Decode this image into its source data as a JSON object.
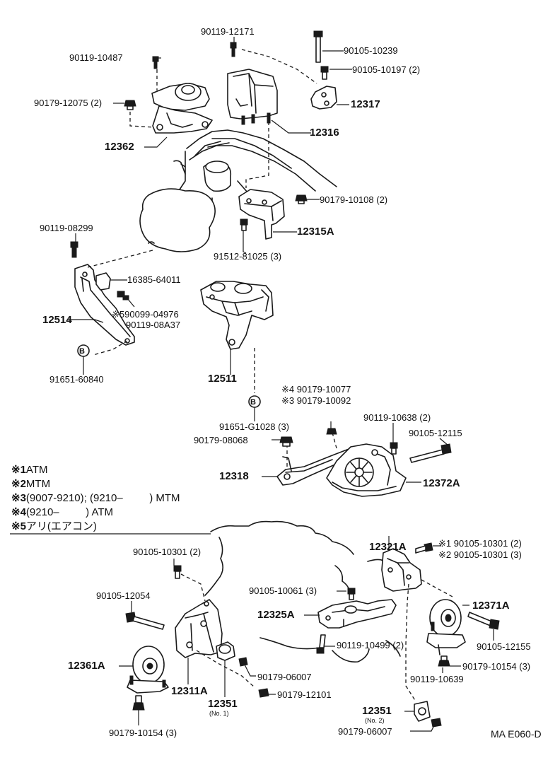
{
  "labels": {
    "p90119_12171": "90119-12171",
    "p90105_10239": "90105-10239",
    "p90119_10487": "90119-10487",
    "p90105_10197": "90105-10197 (2)",
    "p90179_12075": "90179-12075 (2)",
    "p12317": "12317",
    "p12316": "12316",
    "p12362": "12362",
    "p90179_10108": "90179-10108 (2)",
    "p12315A": "12315A",
    "p90119_08299": "90119-08299",
    "p91512_81025": "91512-81025 (3)",
    "p16385_64011": "16385-64011",
    "p590099_04976": "※590099-04976",
    "p90119_08A37": "90119-08A37",
    "p12514": "12514",
    "p91651_60840": "91651-60840",
    "p12511": "12511",
    "p90179_10077": "※4 90179-10077",
    "p90179_10092": "※3 90179-10092",
    "p90119_10638": "90119-10638 (2)",
    "p90105_12115": "90105-12115",
    "p91651_G1028": "91651-G1028 (3)",
    "p90179_08068": "90179-08068",
    "p12318": "12318",
    "p12372A": "12372A",
    "p12321A": "12321A",
    "p90105_10301_1": "※1 90105-10301 (2)",
    "p90105_10301_2": "※2 90105-10301 (3)",
    "p90105_10301_left": "90105-10301 (2)",
    "p90105_12054": "90105-12054",
    "p90105_10061": "90105-10061 (3)",
    "p12371A": "12371A",
    "p12325A": "12325A",
    "p90119_10499": "90119-10499 (2)",
    "p90105_12155": "90105-12155",
    "p12361A": "12361A",
    "p90179_10154_r": "90179-10154 (3)",
    "p90179_06007_a": "90179-06007",
    "p90119_10639": "90119-10639",
    "p12311A": "12311A",
    "p90179_12101": "90179-12101",
    "p12351_1": "12351",
    "p12351_1_sub": "(No. 1)",
    "p12351_2": "12351",
    "p12351_2_sub": "(No. 2)",
    "p90179_06007_b": "90179-06007",
    "p90179_10154_l": "90179-10154 (3)",
    "circleB": "B"
  },
  "notes": [
    {
      "mark": "※1",
      "text": "ATM"
    },
    {
      "mark": "※2",
      "text": "MTM"
    },
    {
      "mark": "※3",
      "text": "(9007-9210); (9210–         ) MTM"
    },
    {
      "mark": "※4",
      "text": "(9210–         ) ATM"
    },
    {
      "mark": "※5",
      "text": "アリ(エアコン)"
    }
  ],
  "diagram_code": "MA E060-D"
}
